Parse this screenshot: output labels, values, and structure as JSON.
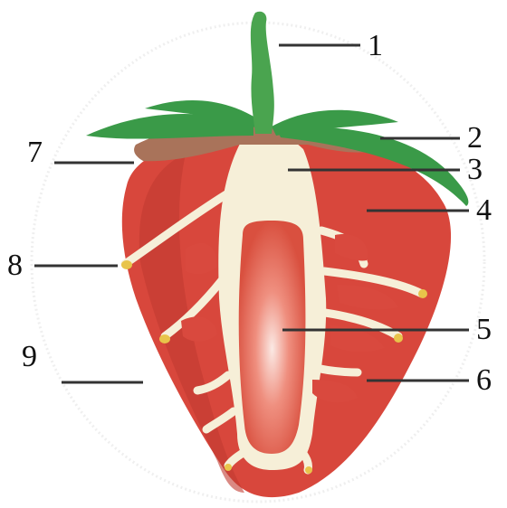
{
  "labels": {
    "l1": "1",
    "l2": "2",
    "l3": "3",
    "l4": "4",
    "l5": "5",
    "l6": "6",
    "l7": "7",
    "l8": "8",
    "l9": "9"
  },
  "colors": {
    "flesh_red": "#d8473c",
    "flesh_dark": "#b83028",
    "core_cream": "#f6efd8",
    "pith_pink": "#e7705f",
    "sepal_green": "#3a9a48",
    "sepal_brown": "#a9735a",
    "achene_yellow": "#e8c44a",
    "leader_line": "#333333",
    "halo": "#eeeeee"
  }
}
